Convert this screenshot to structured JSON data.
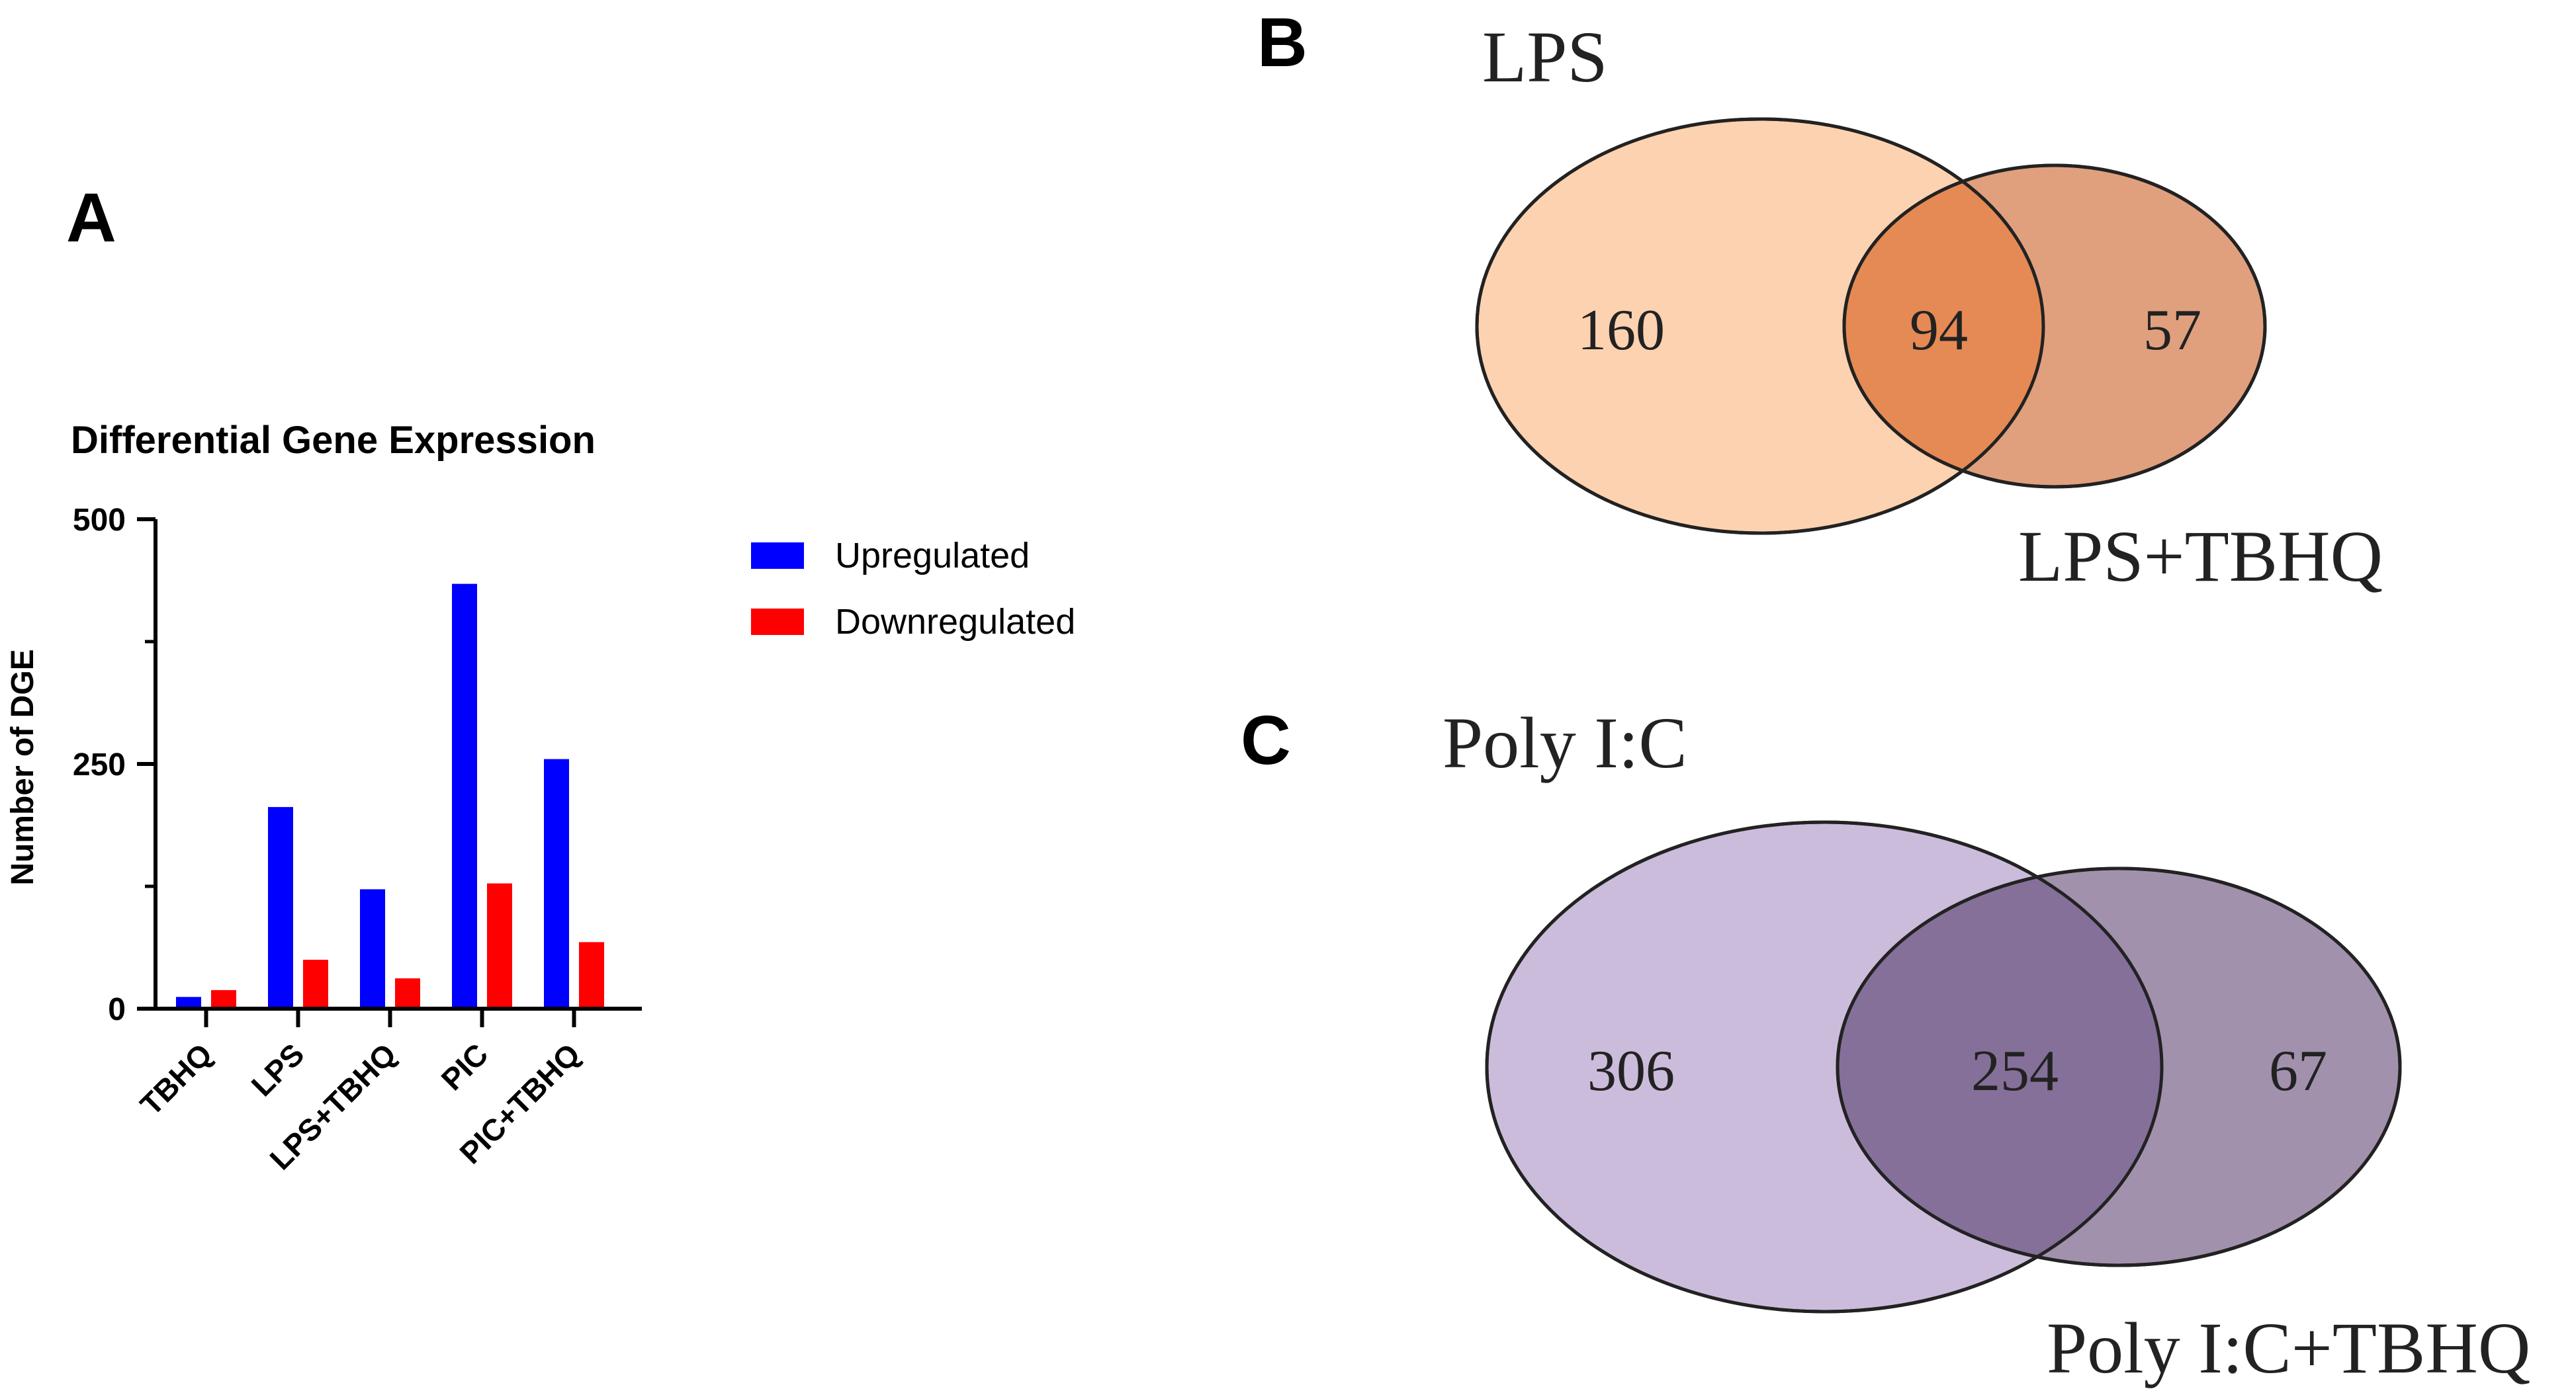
{
  "panels": {
    "a": {
      "letter": "A"
    },
    "b": {
      "letter": "B",
      "set_left_label": "LPS",
      "set_right_label": "LPS+TBHQ",
      "only_left": "160",
      "overlap": "94",
      "only_right": "57",
      "colors": {
        "left": "#fdd2b0",
        "right": "#e0a07e",
        "overlap": "#e58a55"
      }
    },
    "c": {
      "letter": "C",
      "set_left_label": "Poly I:C",
      "set_right_label": "Poly I:C+TBHQ",
      "only_left": "306",
      "overlap": "254",
      "only_right": "67",
      "colors": {
        "left": "#cbbcdc",
        "right": "#a291ac",
        "overlap": "#85709a"
      }
    }
  },
  "chart_data": {
    "type": "bar",
    "title": "Differential Gene Expression",
    "xlabel": "",
    "ylabel": "Number of DGE",
    "ylim": [
      0,
      500
    ],
    "yticks": [
      "0",
      "250",
      "500"
    ],
    "categories": [
      "TBHQ",
      "LPS",
      "LPS+TBHQ",
      "PIC",
      "PIC+TBHQ"
    ],
    "series": [
      {
        "name": "Upregulated",
        "color": "#0000ff",
        "values": [
          12,
          206,
          122,
          434,
          255
        ]
      },
      {
        "name": "Downregulated",
        "color": "#ff0000",
        "values": [
          19,
          50,
          31,
          128,
          68
        ]
      }
    ],
    "legend_position": "right",
    "grid": false
  }
}
